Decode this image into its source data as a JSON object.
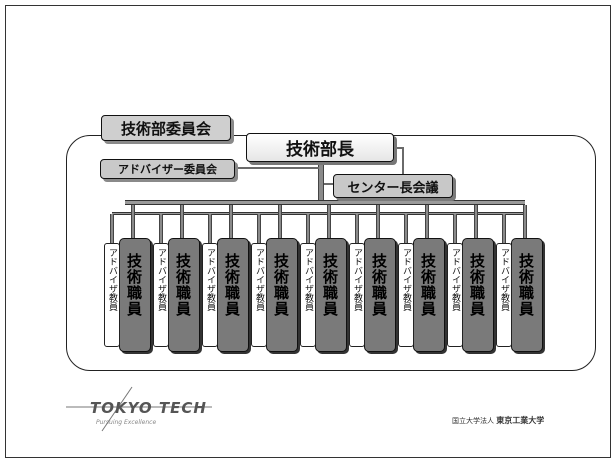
{
  "org_chart": {
    "committee": "技術部委員会",
    "director": "技術部長",
    "advisory_committee": "アドバイザー委員会",
    "center_meeting": "センター長会議",
    "units": [
      {
        "advisor": "アドバイザ教員",
        "staff": "技術職員"
      },
      {
        "advisor": "アドバイザ教員",
        "staff": "技術職員"
      },
      {
        "advisor": "アドバイザ教員",
        "staff": "技術職員"
      },
      {
        "advisor": "アドバイザ教員",
        "staff": "技術職員"
      },
      {
        "advisor": "アドバイザ教員",
        "staff": "技術職員"
      },
      {
        "advisor": "アドバイザ教員",
        "staff": "技術職員"
      },
      {
        "advisor": "アドバイザ教員",
        "staff": "技術職員"
      },
      {
        "advisor": "アドバイザ教員",
        "staff": "技術職員"
      },
      {
        "advisor": "アドバイザ教員",
        "staff": "技術職員"
      }
    ]
  },
  "footer": {
    "logo": "TOKYO TECH",
    "tagline": "Pursuing Excellence",
    "university_prefix": "国立大学法人",
    "university_name": "東京工業大学"
  }
}
